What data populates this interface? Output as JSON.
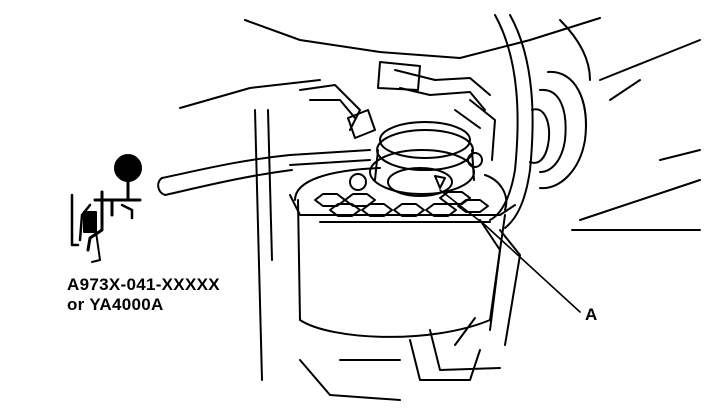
{
  "labels": {
    "tool_part_number": "A973X-041-XXXXX",
    "tool_alt_part_number": "or YA4000A",
    "callout": "A"
  },
  "style": {
    "line_color": "#000000",
    "background": "#ffffff"
  }
}
